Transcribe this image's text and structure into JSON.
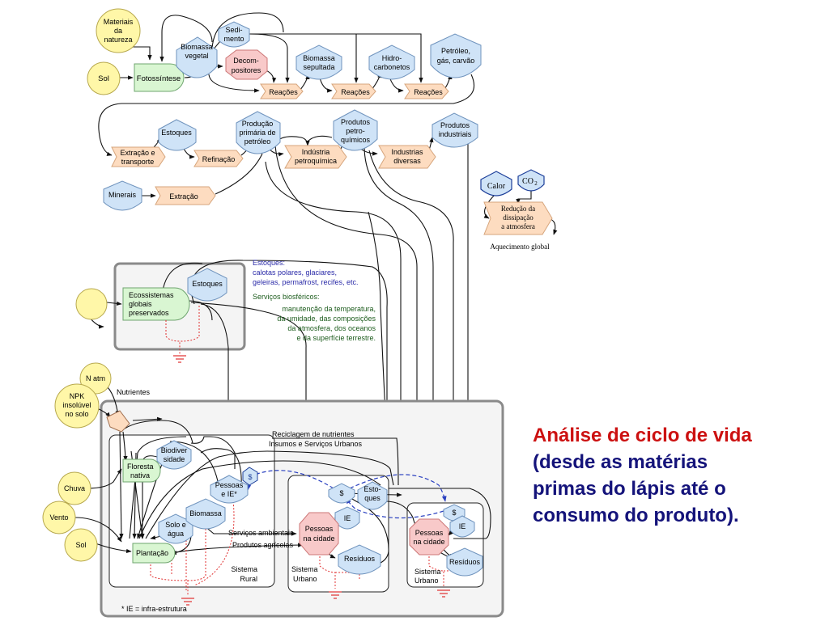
{
  "nodes": {
    "materiais": [
      "Materiais",
      "da",
      "natureza"
    ],
    "sol_top": "Sol",
    "fotossintese": "Fotossíntese",
    "biomassa_vegetal": [
      "Biomassa",
      "vegetal"
    ],
    "sedimento": [
      "Sedi-",
      "mento"
    ],
    "decompositores": [
      "Decom-",
      "positores"
    ],
    "biomassa_sepultada": [
      "Biomassa",
      "sepultada"
    ],
    "hidrocarbonetos": [
      "Hidro-",
      "carbonetos"
    ],
    "petroleo": [
      "Petróleo,",
      "gás, carvão"
    ],
    "reacoes": "Reações",
    "estoques_top": "Estoques",
    "producao_primaria": [
      "Produção",
      "primária de",
      "petróleo"
    ],
    "produtos_petroquimicos": [
      "Produtos",
      "petro-",
      "químicos"
    ],
    "produtos_industriais": [
      "Produtos",
      "industriais"
    ],
    "extracao_transporte": [
      "Extração e",
      "transporte"
    ],
    "refinacao": "Refinação",
    "industria_petroquimica": [
      "Indústria",
      "petroquímica"
    ],
    "industrias_diversas": [
      "Industrias",
      "diversas"
    ],
    "minerais": "Minerais",
    "extracao": "Extração",
    "calor": "Calor",
    "co2": "CO",
    "co2_sub": "2",
    "reducao": [
      "Redução da",
      "dissipação",
      "a atmosfera"
    ],
    "aquecimento": "Aquecimento global",
    "ecossistemas": [
      "Ecossistemas",
      "globais",
      "preservados"
    ],
    "estoques_eco": "Estoques",
    "n_atm": "N atm",
    "npk": [
      "NPK",
      "insolúvel",
      "no solo"
    ],
    "nutrientes": "Nutrientes",
    "chuva": "Chuva",
    "vento": "Vento",
    "sol_bottom": "Sol",
    "floresta": [
      "Floresta",
      "nativa"
    ],
    "biodiversidade": [
      "Biodiver",
      "sidade"
    ],
    "pessoas_ie": [
      "Pessoas",
      "e IE*"
    ],
    "dollar": "$",
    "solo_agua": [
      "Solo e",
      "água"
    ],
    "biomassa": "Biomassa",
    "plantacao": "Plantação",
    "servicos_ambientais": "Serviços ambientais",
    "produtos_agricolas": "Produtos agrícolas",
    "sistema_rural": [
      "Sistema",
      "Rural"
    ],
    "reciclagem": [
      "Reciclagem de nutrientes",
      "Insumos e Serviços Urbanos"
    ],
    "estoques_urbano": [
      "Esto-",
      "ques"
    ],
    "ie": "IE",
    "pessoas_cidade": [
      "Pessoas",
      "na cidade"
    ],
    "residuos": "Resíduos",
    "sistema_urbano": [
      "Sistema",
      "Urbano"
    ],
    "footnote": "* IE = infra-estrutura"
  },
  "notes": {
    "estoques": [
      "Estoques:",
      "calotas polares, glaciares,",
      "geleiras, permafrost, recifes, etc."
    ],
    "servicos": [
      "Serviços biosféricos:",
      "manutenção da temperatura,",
      "da umidade, das composições",
      "da atmosfera, dos oceanos",
      "e da superfície terrestre."
    ]
  },
  "caption": {
    "title": "Análise de ciclo de vida",
    "lines": [
      "(desde as matérias",
      "primas do lápis até o",
      "consumo do produto)."
    ]
  },
  "colors": {
    "source_fill": "#fff7a8",
    "store_fill": "#cfe3f7",
    "store_stroke": "#6f93bd",
    "process_fill": "#fddcc0",
    "producer_fill": "#d9f6d2",
    "consumer_fill": "#f8c9c9",
    "heat_sink": "#e03030",
    "exchange_flow": "#2a40c0",
    "notes_blue": "#2a2aa8",
    "notes_green": "#1d5c1d",
    "caption_title": "#cc1111",
    "caption_text": "#14137a"
  }
}
